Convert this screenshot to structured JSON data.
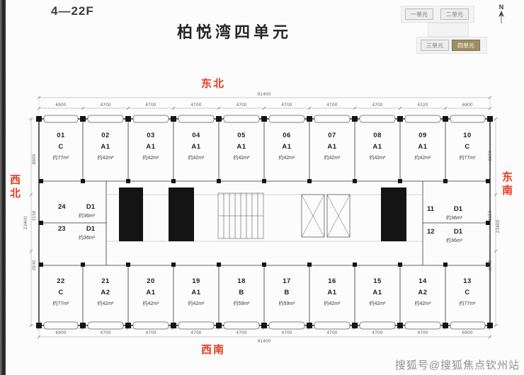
{
  "page": {
    "floor_range": "4—22F",
    "title": "柏悦湾四单元",
    "watermark": "搜狐号@搜狐焦点钦州站",
    "compass_label": "N"
  },
  "key_plan": {
    "units": [
      {
        "label": "一单元",
        "active": false
      },
      {
        "label": "二单元",
        "active": false
      },
      {
        "label": "三单元",
        "active": false
      },
      {
        "label": "四单元",
        "active": true
      }
    ]
  },
  "directions": {
    "top": "东北",
    "left": "西北",
    "right": "东南",
    "bottom": "西南"
  },
  "dimensions": {
    "top_total": "91400",
    "bottom_total": "91400",
    "left_total": "23400",
    "right_total": "23400",
    "top_segments": [
      "6900",
      "4700",
      "4700",
      "4700",
      "4700",
      "4700",
      "4700",
      "4700",
      "4320",
      "6900"
    ],
    "bottom_segments": [
      "6900",
      "4700",
      "4700",
      "4700",
      "4700",
      "4700",
      "4700",
      "4700",
      "4700",
      "6900"
    ],
    "left_segments": [
      "8900",
      "3150",
      "2930"
    ],
    "right_segments": [
      "8690",
      "3150",
      "2930"
    ]
  },
  "units": {
    "top_row": [
      {
        "no": "01",
        "type": "C",
        "area": "约77m²"
      },
      {
        "no": "02",
        "type": "A1",
        "area": "约42m²"
      },
      {
        "no": "03",
        "type": "A1",
        "area": "约42m²"
      },
      {
        "no": "04",
        "type": "A1",
        "area": "约42m²"
      },
      {
        "no": "05",
        "type": "A1",
        "area": "约42m²"
      },
      {
        "no": "06",
        "type": "A1",
        "area": "约42m²"
      },
      {
        "no": "07",
        "type": "A1",
        "area": "约42m²"
      },
      {
        "no": "08",
        "type": "A1",
        "area": "约42m²"
      },
      {
        "no": "09",
        "type": "A1",
        "area": "约42m²"
      },
      {
        "no": "10",
        "type": "C",
        "area": "约77m²"
      }
    ],
    "middle_left": [
      {
        "no": "24",
        "type": "D1",
        "area": "约36m²"
      },
      {
        "no": "23",
        "type": "D1",
        "area": "约36m²"
      }
    ],
    "middle_right": [
      {
        "no": "11",
        "type": "D1",
        "area": "约36m²"
      },
      {
        "no": "12",
        "type": "D1",
        "area": "约36m²"
      }
    ],
    "bottom_row": [
      {
        "no": "22",
        "type": "C",
        "area": "约77m²"
      },
      {
        "no": "21",
        "type": "A2",
        "area": "约42m²"
      },
      {
        "no": "20",
        "type": "A1",
        "area": "约42m²"
      },
      {
        "no": "19",
        "type": "A1",
        "area": "约42m²"
      },
      {
        "no": "18",
        "type": "B",
        "area": "约59m²"
      },
      {
        "no": "17",
        "type": "B",
        "area": "约59m²"
      },
      {
        "no": "16",
        "type": "A1",
        "area": "约42m²"
      },
      {
        "no": "15",
        "type": "A1",
        "area": "约42m²"
      },
      {
        "no": "14",
        "type": "A2",
        "area": "约42m²"
      },
      {
        "no": "13",
        "type": "C",
        "area": "约77m²"
      }
    ]
  },
  "colors": {
    "direction_red": "#e8391f",
    "key_plan_active": "#9f8d64",
    "wall": "#1a1a1a"
  }
}
